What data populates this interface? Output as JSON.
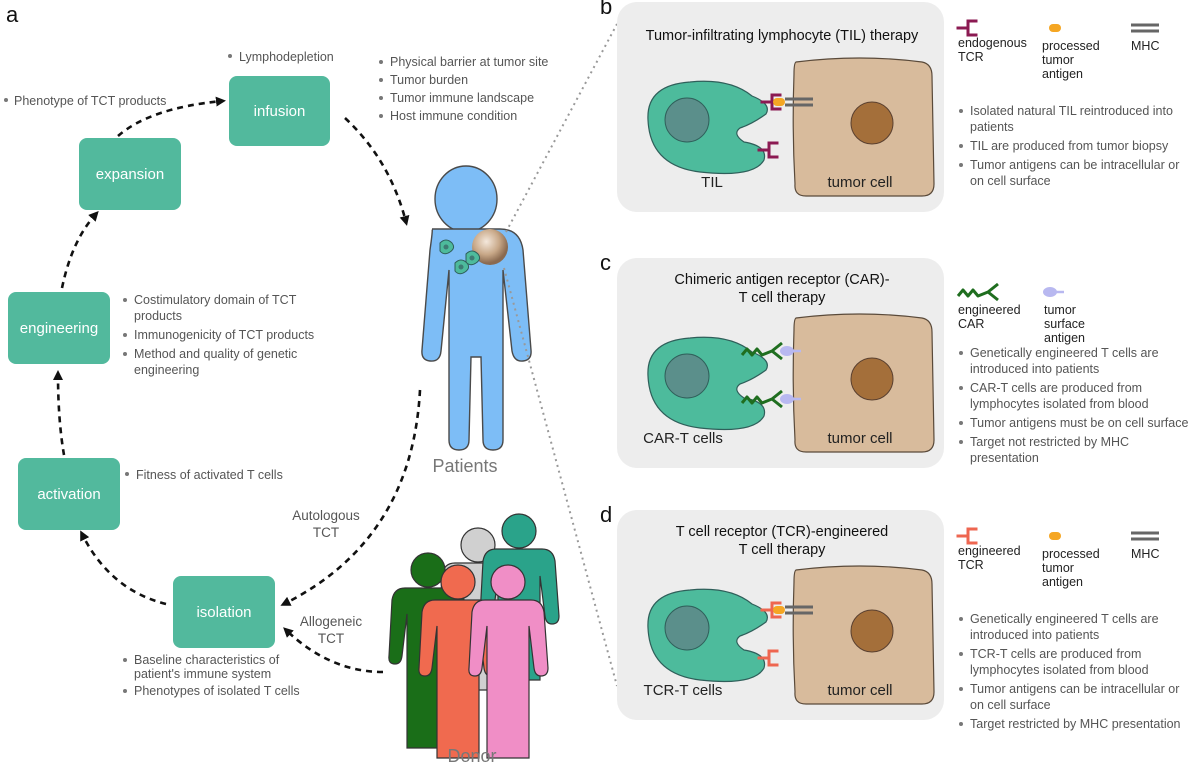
{
  "panels": {
    "a": "a",
    "b": "b",
    "c": "c",
    "d": "d"
  },
  "cycle": {
    "steps": {
      "infusion": "infusion",
      "expansion": "expansion",
      "engineering": "engineering",
      "activation": "activation",
      "isolation": "isolation"
    },
    "notes": {
      "lymphodepletion": "Lymphodepletion",
      "phenotype_tct": "Phenotype of TCT products",
      "patient_factors": [
        "Physical barrier at tumor site",
        "Tumor burden",
        "Tumor immune landscape",
        "Host immune condition"
      ],
      "engineering": [
        [
          "Costimulatory domain of TCT",
          "products"
        ],
        [
          "Immunogenicity of TCT products"
        ],
        [
          "Method and quality of genetic",
          "engineering"
        ]
      ],
      "activation": "Fitness of activated T cells",
      "isolation": [
        [
          "Baseline characteristics of",
          "patient's immune system"
        ],
        [
          "Phenotypes of isolated T cells"
        ]
      ]
    },
    "autologous": [
      "Autologous",
      "TCT"
    ],
    "allogeneic": [
      "Allogeneic",
      "TCT"
    ],
    "patients": "Patients",
    "donor": "Donor"
  },
  "panel_b": {
    "title": [
      "Tumor-infiltrating lymphocyte (TIL) therapy"
    ],
    "cell_left": "TIL",
    "cell_right": "tumor cell",
    "legend": [
      [
        "endogenous",
        "TCR"
      ],
      [
        "processed",
        "tumor",
        "antigen"
      ],
      [
        "MHC"
      ]
    ],
    "bullets": [
      [
        "Isolated natural TIL reintroduced into",
        "patients"
      ],
      [
        "TIL are produced from tumor biopsy"
      ],
      [
        "Tumor antigens can be intracellular or",
        "on cell surface"
      ]
    ]
  },
  "panel_c": {
    "title": [
      "Chimeric antigen receptor (CAR)-",
      "T cell therapy"
    ],
    "cell_left": "CAR-T cells",
    "cell_right": "tumor cell",
    "legend": [
      [
        "engineered",
        "CAR"
      ],
      [
        "tumor",
        "surface",
        "antigen"
      ]
    ],
    "bullets": [
      [
        "Genetically engineered T cells are",
        "introduced into patients"
      ],
      [
        "CAR-T cells are produced from",
        "lymphocytes isolated from blood"
      ],
      [
        "Tumor antigens must be on cell surface"
      ],
      [
        "Target not restricted by MHC",
        "presentation"
      ]
    ]
  },
  "panel_d": {
    "title": [
      "T cell receptor (TCR)-engineered",
      "T cell therapy"
    ],
    "cell_left": "TCR-T cells",
    "cell_right": "tumor cell",
    "legend": [
      [
        "engineered",
        "TCR"
      ],
      [
        "processed",
        "tumor",
        "antigen"
      ],
      [
        "MHC"
      ]
    ],
    "bullets": [
      [
        "Genetically engineered T cells are",
        "introduced into patients"
      ],
      [
        "TCR-T cells are produced from",
        "lymphocytes isolated from blood"
      ],
      [
        "Tumor antigens can be intracellular or",
        "on cell surface"
      ],
      [
        "Target restricted by MHC presentation"
      ]
    ]
  },
  "colors": {
    "step_box": "#52b99d",
    "tcell": "#4dbb9c",
    "tcell_nucleus": "#5b8f8b",
    "tumor": "#d8bb9c",
    "tumor_nucleus": "#a46f3a",
    "panel_bg": "#ededed",
    "patient": "#7dbdf6",
    "endogenous_tcr": "#8b1a52",
    "car": "#1f6e1f",
    "engineered_tcr": "#ee6650",
    "antigen": "#f5a623",
    "surface_antigen": "#b8b8f0",
    "mhc": "#666666"
  }
}
